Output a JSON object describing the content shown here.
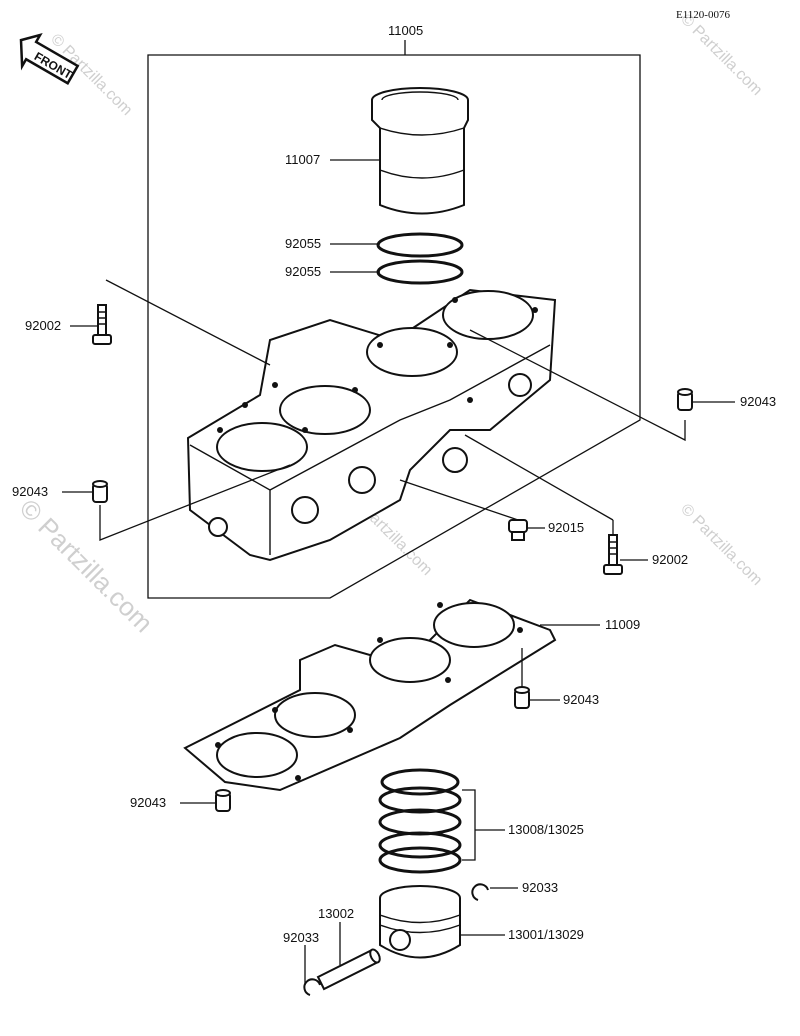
{
  "reference_code": "E1120-0076",
  "front_label": "FRONT",
  "watermark": "© Partzilla.com",
  "callouts": [
    {
      "id": "11005",
      "text": "11005"
    },
    {
      "id": "11007",
      "text": "11007"
    },
    {
      "id": "92055a",
      "text": "92055"
    },
    {
      "id": "92055b",
      "text": "92055"
    },
    {
      "id": "92002a",
      "text": "92002"
    },
    {
      "id": "92043a",
      "text": "92043"
    },
    {
      "id": "92043b",
      "text": "92043"
    },
    {
      "id": "92015",
      "text": "92015"
    },
    {
      "id": "92002b",
      "text": "92002"
    },
    {
      "id": "11009",
      "text": "11009"
    },
    {
      "id": "92043c",
      "text": "92043"
    },
    {
      "id": "92043d",
      "text": "92043"
    },
    {
      "id": "13008",
      "text": "13008/13025"
    },
    {
      "id": "92033a",
      "text": "92033"
    },
    {
      "id": "13002",
      "text": "13002"
    },
    {
      "id": "13001",
      "text": "13001/13029"
    },
    {
      "id": "92033b",
      "text": "92033"
    }
  ]
}
